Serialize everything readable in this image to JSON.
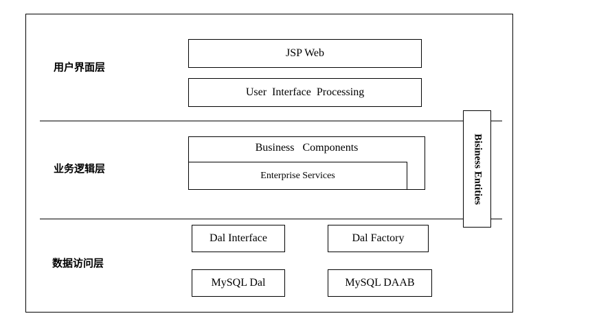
{
  "layers": {
    "ui": "用户界面层",
    "business": "业务逻辑层",
    "data": "数据访问层"
  },
  "boxes": {
    "jsp_web": "JSP Web",
    "uip": "User  Interface  Processing",
    "business_components": "Business   Components",
    "enterprise_services": "Enterprise Services",
    "dal_interface": "Dal Interface",
    "dal_factory": "Dal Factory",
    "mysql_dal": "MySQL Dal",
    "mysql_daab": "MySQL DAAB",
    "business_entities": "Bisiness Entities"
  }
}
